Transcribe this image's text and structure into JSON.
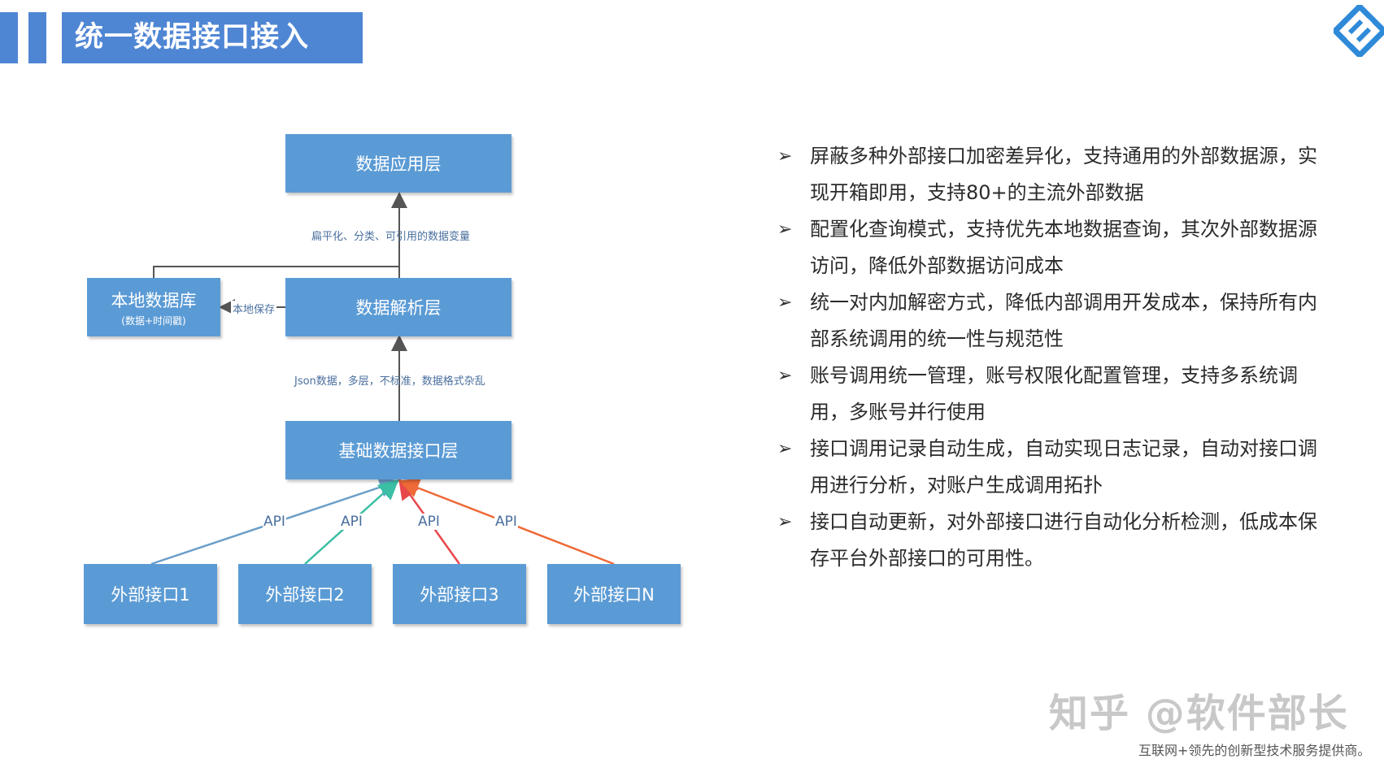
{
  "header": {
    "title": "统一数据接口接入",
    "accent": "#4f86d4"
  },
  "diagram": {
    "nodes": {
      "app_layer": "数据应用层",
      "parse_layer": "数据解析层",
      "base_layer": "基础数据接口层",
      "local_db": "本地数据库",
      "local_db_sub": "(数据+时间戳)",
      "ext1": "外部接口1",
      "ext2": "外部接口2",
      "ext3": "外部接口3",
      "extN": "外部接口N"
    },
    "edges": {
      "parse_to_app": "扁平化、分类、可引用的数据变量",
      "base_to_parse": "Json数据，多层，不标准，数据格式杂乱",
      "parse_to_db": "本地保存",
      "api": "API"
    },
    "colors": {
      "box": "#5b9bd5",
      "api1": "#6a9ec9",
      "api2": "#3bbfa5",
      "api3": "#e8474a",
      "apiN": "#ee6a38"
    }
  },
  "bullets": [
    "屏蔽多种外部接口加密差异化，支持通用的外部数据源，实现开箱即用，支持80+的主流外部数据",
    "配置化查询模式，支持优先本地数据查询，其次外部数据源访问，降低外部数据访问成本",
    "统一对内加解密方式，降低内部调用开发成本，保持所有内部系统调用的统一性与规范性",
    "账号调用统一管理，账号权限化配置管理，支持多系统调用，多账号并行使用",
    "接口调用记录自动生成，自动实现日志记录，自动对接口调用进行分析，对账户生成调用拓扑",
    "接口自动更新，对外部接口进行自动化分析检测，低成本保存平台外部接口的可用性。"
  ],
  "bullet_icon": "arrow-bullet-icon",
  "bullet_glyph": "➢",
  "watermark": "知乎 @软件部长",
  "footer": "互联网+领先的创新型技术服务提供商。"
}
